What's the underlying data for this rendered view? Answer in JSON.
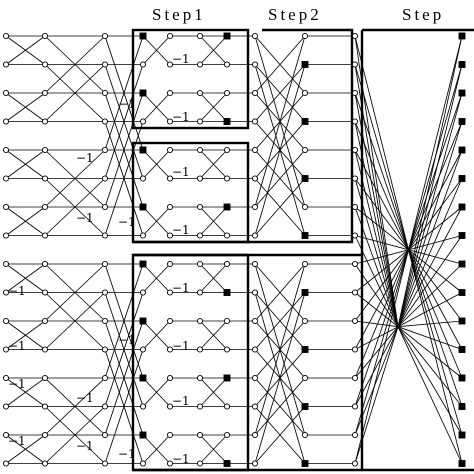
{
  "steps": [
    {
      "id": "step-1",
      "label": "Step1"
    },
    {
      "id": "step-2",
      "label": "Step2"
    },
    {
      "id": "step-3",
      "label": "Step"
    }
  ],
  "weight_label": "−1",
  "colors": {
    "line": "#000000",
    "background": "#ffffff"
  }
}
